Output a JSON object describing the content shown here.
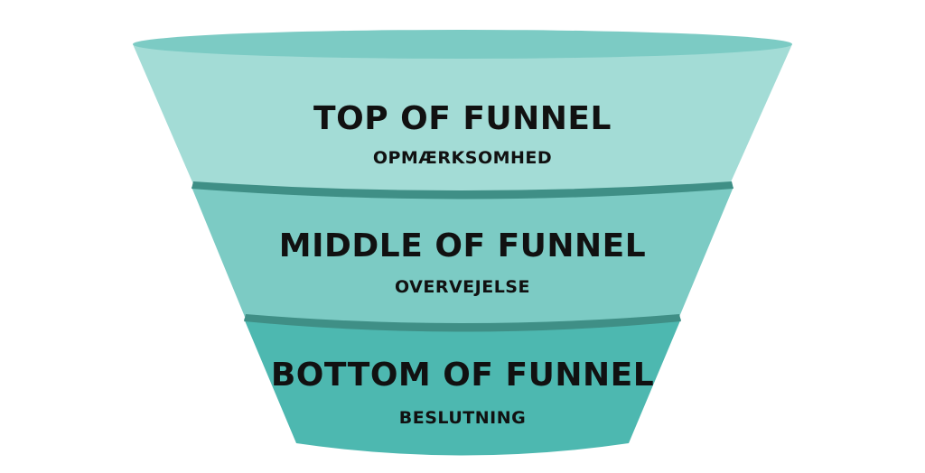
{
  "funnel": {
    "stages": [
      {
        "title": "TOP OF FUNNEL",
        "subtitle": "OPMÆRKSOMHED",
        "color": "#a3dcd6",
        "rim_color": "#7ccbc4",
        "band_color": "#3f8f86"
      },
      {
        "title": "MIDDLE OF FUNNEL",
        "subtitle": "OVERVEJELSE",
        "color": "#7ccbc4",
        "band_color": "#3f8f86"
      },
      {
        "title": "BOTTOM OF FUNNEL",
        "subtitle": "BESLUTNING",
        "color": "#4db8b0"
      }
    ]
  }
}
